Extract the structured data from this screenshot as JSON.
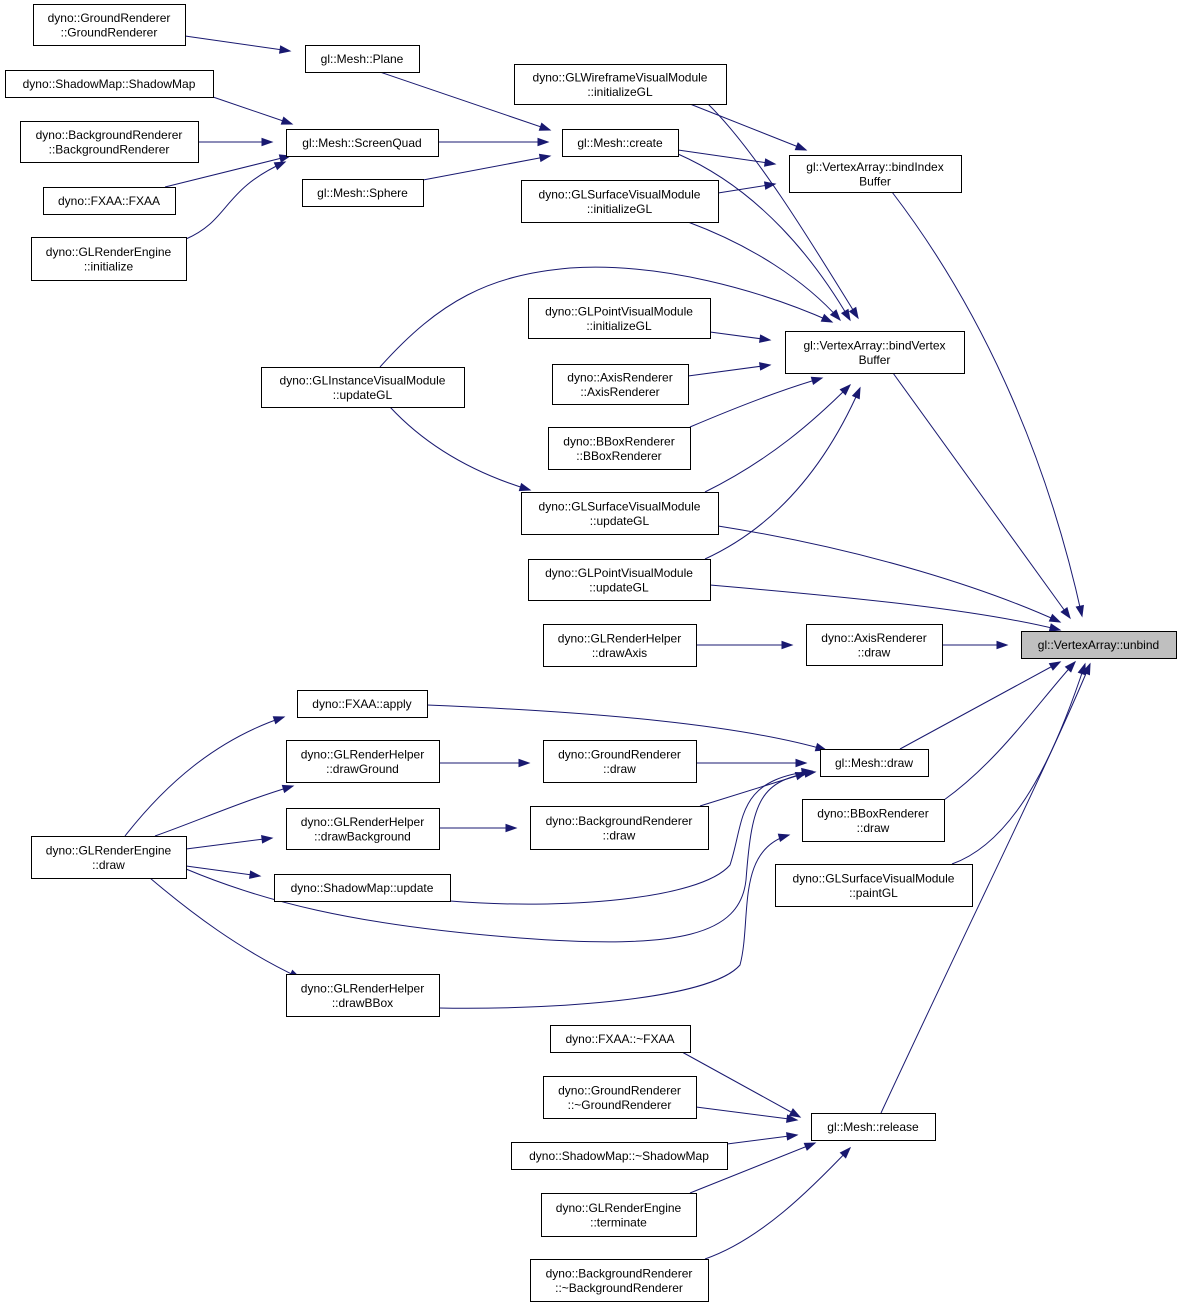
{
  "graph": {
    "target": "unbind",
    "nodes": [
      {
        "id": "unbind",
        "lines": [
          "gl::VertexArray::unbind"
        ]
      },
      {
        "id": "bindIndexBuffer",
        "lines": [
          "gl::VertexArray::bindIndex",
          "Buffer"
        ]
      },
      {
        "id": "bindVertexBuffer",
        "lines": [
          "gl::VertexArray::bindVertex",
          "Buffer"
        ]
      },
      {
        "id": "meshCreate",
        "lines": [
          "gl::Mesh::create"
        ]
      },
      {
        "id": "meshPlane",
        "lines": [
          "gl::Mesh::Plane"
        ]
      },
      {
        "id": "meshScreenQuad",
        "lines": [
          "gl::Mesh::ScreenQuad"
        ]
      },
      {
        "id": "meshSphere",
        "lines": [
          "gl::Mesh::Sphere"
        ]
      },
      {
        "id": "groundCtor",
        "lines": [
          "dyno::GroundRenderer",
          "::GroundRenderer"
        ]
      },
      {
        "id": "shadowMapCtor",
        "lines": [
          "dyno::ShadowMap::ShadowMap"
        ]
      },
      {
        "id": "backgroundCtor",
        "lines": [
          "dyno::BackgroundRenderer",
          "::BackgroundRenderer"
        ]
      },
      {
        "id": "fxaaCtor",
        "lines": [
          "dyno::FXAA::FXAA"
        ]
      },
      {
        "id": "engineInit",
        "lines": [
          "dyno::GLRenderEngine",
          "::initialize"
        ]
      },
      {
        "id": "wireframeInit",
        "lines": [
          "dyno::GLWireframeVisualModule",
          "::initializeGL"
        ]
      },
      {
        "id": "surfaceInit",
        "lines": [
          "dyno::GLSurfaceVisualModule",
          "::initializeGL"
        ]
      },
      {
        "id": "pointInit",
        "lines": [
          "dyno::GLPointVisualModule",
          "::initializeGL"
        ]
      },
      {
        "id": "axisCtor",
        "lines": [
          "dyno::AxisRenderer",
          "::AxisRenderer"
        ]
      },
      {
        "id": "bboxCtor",
        "lines": [
          "dyno::BBoxRenderer",
          "::BBoxRenderer"
        ]
      },
      {
        "id": "instanceUpdate",
        "lines": [
          "dyno::GLInstanceVisualModule",
          "::updateGL"
        ]
      },
      {
        "id": "surfaceUpdate",
        "lines": [
          "dyno::GLSurfaceVisualModule",
          "::updateGL"
        ]
      },
      {
        "id": "pointUpdate",
        "lines": [
          "dyno::GLPointVisualModule",
          "::updateGL"
        ]
      },
      {
        "id": "drawAxisHelper",
        "lines": [
          "dyno::GLRenderHelper",
          "::drawAxis"
        ]
      },
      {
        "id": "axisDraw",
        "lines": [
          "dyno::AxisRenderer",
          "::draw"
        ]
      },
      {
        "id": "fxaaApply",
        "lines": [
          "dyno::FXAA::apply"
        ]
      },
      {
        "id": "drawGroundHelper",
        "lines": [
          "dyno::GLRenderHelper",
          "::drawGround"
        ]
      },
      {
        "id": "groundDraw",
        "lines": [
          "dyno::GroundRenderer",
          "::draw"
        ]
      },
      {
        "id": "meshDraw",
        "lines": [
          "gl::Mesh::draw"
        ]
      },
      {
        "id": "engineDraw",
        "lines": [
          "dyno::GLRenderEngine",
          "::draw"
        ]
      },
      {
        "id": "drawBackgroundHelper",
        "lines": [
          "dyno::GLRenderHelper",
          "::drawBackground"
        ]
      },
      {
        "id": "backgroundDraw",
        "lines": [
          "dyno::BackgroundRenderer",
          "::draw"
        ]
      },
      {
        "id": "bboxDraw",
        "lines": [
          "dyno::BBoxRenderer",
          "::draw"
        ]
      },
      {
        "id": "shadowUpdate",
        "lines": [
          "dyno::ShadowMap::update"
        ]
      },
      {
        "id": "surfacePaint",
        "lines": [
          "dyno::GLSurfaceVisualModule",
          "::paintGL"
        ]
      },
      {
        "id": "drawBBoxHelper",
        "lines": [
          "dyno::GLRenderHelper",
          "::drawBBox"
        ]
      },
      {
        "id": "fxaaDtor",
        "lines": [
          "dyno::FXAA::~FXAA"
        ]
      },
      {
        "id": "groundDtor",
        "lines": [
          "dyno::GroundRenderer",
          "::~GroundRenderer"
        ]
      },
      {
        "id": "meshRelease",
        "lines": [
          "gl::Mesh::release"
        ]
      },
      {
        "id": "shadowDtor",
        "lines": [
          "dyno::ShadowMap::~ShadowMap"
        ]
      },
      {
        "id": "engineTerminate",
        "lines": [
          "dyno::GLRenderEngine",
          "::terminate"
        ]
      },
      {
        "id": "backgroundDtor",
        "lines": [
          "dyno::BackgroundRenderer",
          "::~BackgroundRenderer"
        ]
      }
    ],
    "edges": [
      {
        "from": "groundCtor",
        "to": "meshPlane"
      },
      {
        "from": "meshPlane",
        "to": "meshCreate"
      },
      {
        "from": "shadowMapCtor",
        "to": "meshScreenQuad"
      },
      {
        "from": "backgroundCtor",
        "to": "meshScreenQuad"
      },
      {
        "from": "fxaaCtor",
        "to": "meshScreenQuad"
      },
      {
        "from": "engineInit",
        "to": "meshScreenQuad"
      },
      {
        "from": "meshScreenQuad",
        "to": "meshCreate"
      },
      {
        "from": "meshSphere",
        "to": "meshCreate"
      },
      {
        "from": "meshCreate",
        "to": "bindIndexBuffer"
      },
      {
        "from": "meshCreate",
        "to": "bindVertexBuffer"
      },
      {
        "from": "wireframeInit",
        "to": "bindIndexBuffer"
      },
      {
        "from": "wireframeInit",
        "to": "bindVertexBuffer"
      },
      {
        "from": "surfaceInit",
        "to": "bindIndexBuffer"
      },
      {
        "from": "surfaceInit",
        "to": "bindVertexBuffer"
      },
      {
        "from": "instanceUpdate",
        "to": "bindVertexBuffer"
      },
      {
        "from": "instanceUpdate",
        "to": "surfaceUpdate"
      },
      {
        "from": "pointInit",
        "to": "bindVertexBuffer"
      },
      {
        "from": "axisCtor",
        "to": "bindVertexBuffer"
      },
      {
        "from": "bboxCtor",
        "to": "bindVertexBuffer"
      },
      {
        "from": "surfaceUpdate",
        "to": "bindVertexBuffer"
      },
      {
        "from": "pointUpdate",
        "to": "bindVertexBuffer"
      },
      {
        "from": "bindIndexBuffer",
        "to": "unbind"
      },
      {
        "from": "bindVertexBuffer",
        "to": "unbind"
      },
      {
        "from": "surfaceUpdate",
        "to": "unbind"
      },
      {
        "from": "pointUpdate",
        "to": "unbind"
      },
      {
        "from": "drawAxisHelper",
        "to": "axisDraw"
      },
      {
        "from": "axisDraw",
        "to": "unbind"
      },
      {
        "from": "engineDraw",
        "to": "fxaaApply"
      },
      {
        "from": "engineDraw",
        "to": "drawGroundHelper"
      },
      {
        "from": "engineDraw",
        "to": "drawBackgroundHelper"
      },
      {
        "from": "engineDraw",
        "to": "shadowUpdate"
      },
      {
        "from": "engineDraw",
        "to": "meshDraw"
      },
      {
        "from": "engineDraw",
        "to": "drawBBoxHelper"
      },
      {
        "from": "fxaaApply",
        "to": "meshDraw"
      },
      {
        "from": "drawGroundHelper",
        "to": "groundDraw"
      },
      {
        "from": "groundDraw",
        "to": "meshDraw"
      },
      {
        "from": "drawBackgroundHelper",
        "to": "backgroundDraw"
      },
      {
        "from": "backgroundDraw",
        "to": "meshDraw"
      },
      {
        "from": "shadowUpdate",
        "to": "meshDraw"
      },
      {
        "from": "drawBBoxHelper",
        "to": "bboxDraw"
      },
      {
        "from": "meshDraw",
        "to": "unbind"
      },
      {
        "from": "bboxDraw",
        "to": "unbind"
      },
      {
        "from": "surfacePaint",
        "to": "unbind"
      },
      {
        "from": "fxaaDtor",
        "to": "meshRelease"
      },
      {
        "from": "groundDtor",
        "to": "meshRelease"
      },
      {
        "from": "shadowDtor",
        "to": "meshRelease"
      },
      {
        "from": "engineTerminate",
        "to": "meshRelease"
      },
      {
        "from": "backgroundDtor",
        "to": "meshRelease"
      },
      {
        "from": "meshRelease",
        "to": "unbind"
      }
    ]
  },
  "colors": {
    "edge": "#191970",
    "node_border": "#000000",
    "node_fill": "#ffffff",
    "target_fill": "#bfbfbf"
  }
}
